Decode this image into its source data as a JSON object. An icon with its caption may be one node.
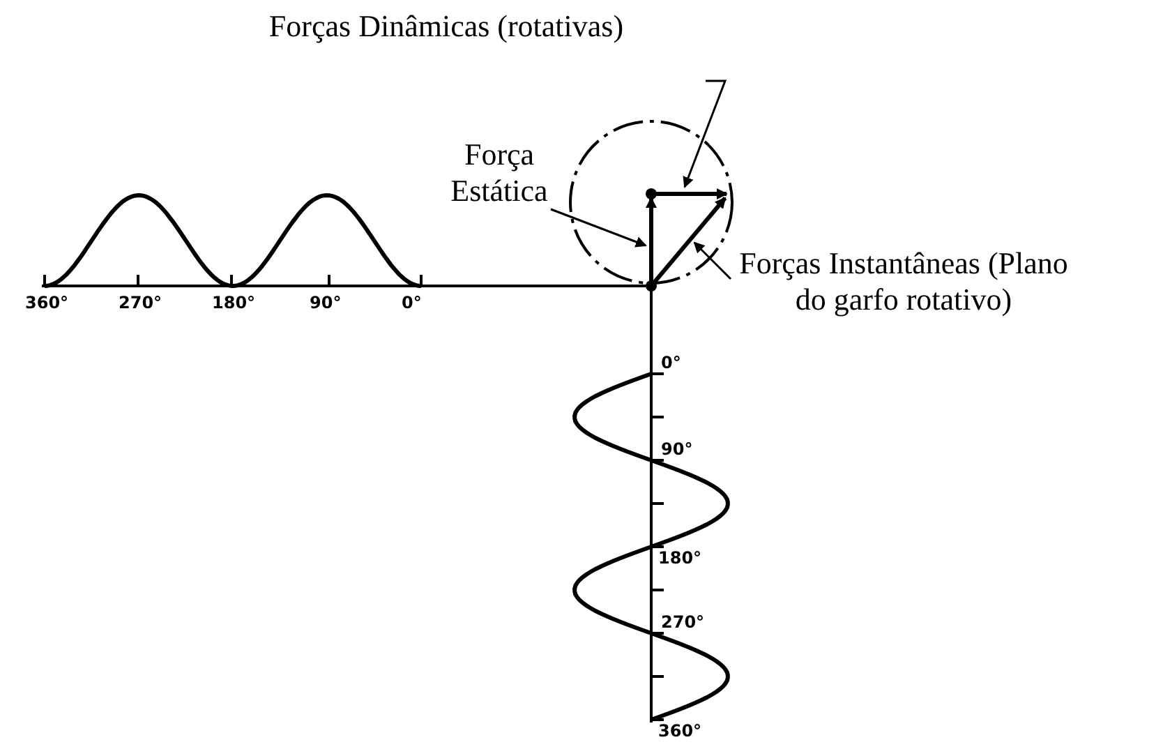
{
  "diagram": {
    "nodes": [
      {
        "text": [
          "Forças Dinâmicas (rotativas)"
        ]
      },
      {
        "text": [
          "Força Estática"
        ]
      },
      {
        "text": [
          "Forças Instantâneas (Plano do garfo rotativo)"
        ]
      },
      {
        "text": [],
        "shape": "arrow"
      },
      {
        "text": [],
        "shape": "arrow"
      },
      {
        "text": [],
        "shape": "arrow"
      }
    ],
    "edges": [
      {
        "from": 0,
        "to": 4,
        "arrow": "to"
      },
      {
        "from": 1,
        "to": 3,
        "arrow": "to"
      },
      {
        "from": 2,
        "to": 5,
        "arrow": "to"
      }
    ],
    "labels": [
      "360°",
      "270°",
      "180°",
      "90°",
      "0°",
      "0°",
      "90°",
      "180°",
      "270°",
      "360°"
    ]
  }
}
